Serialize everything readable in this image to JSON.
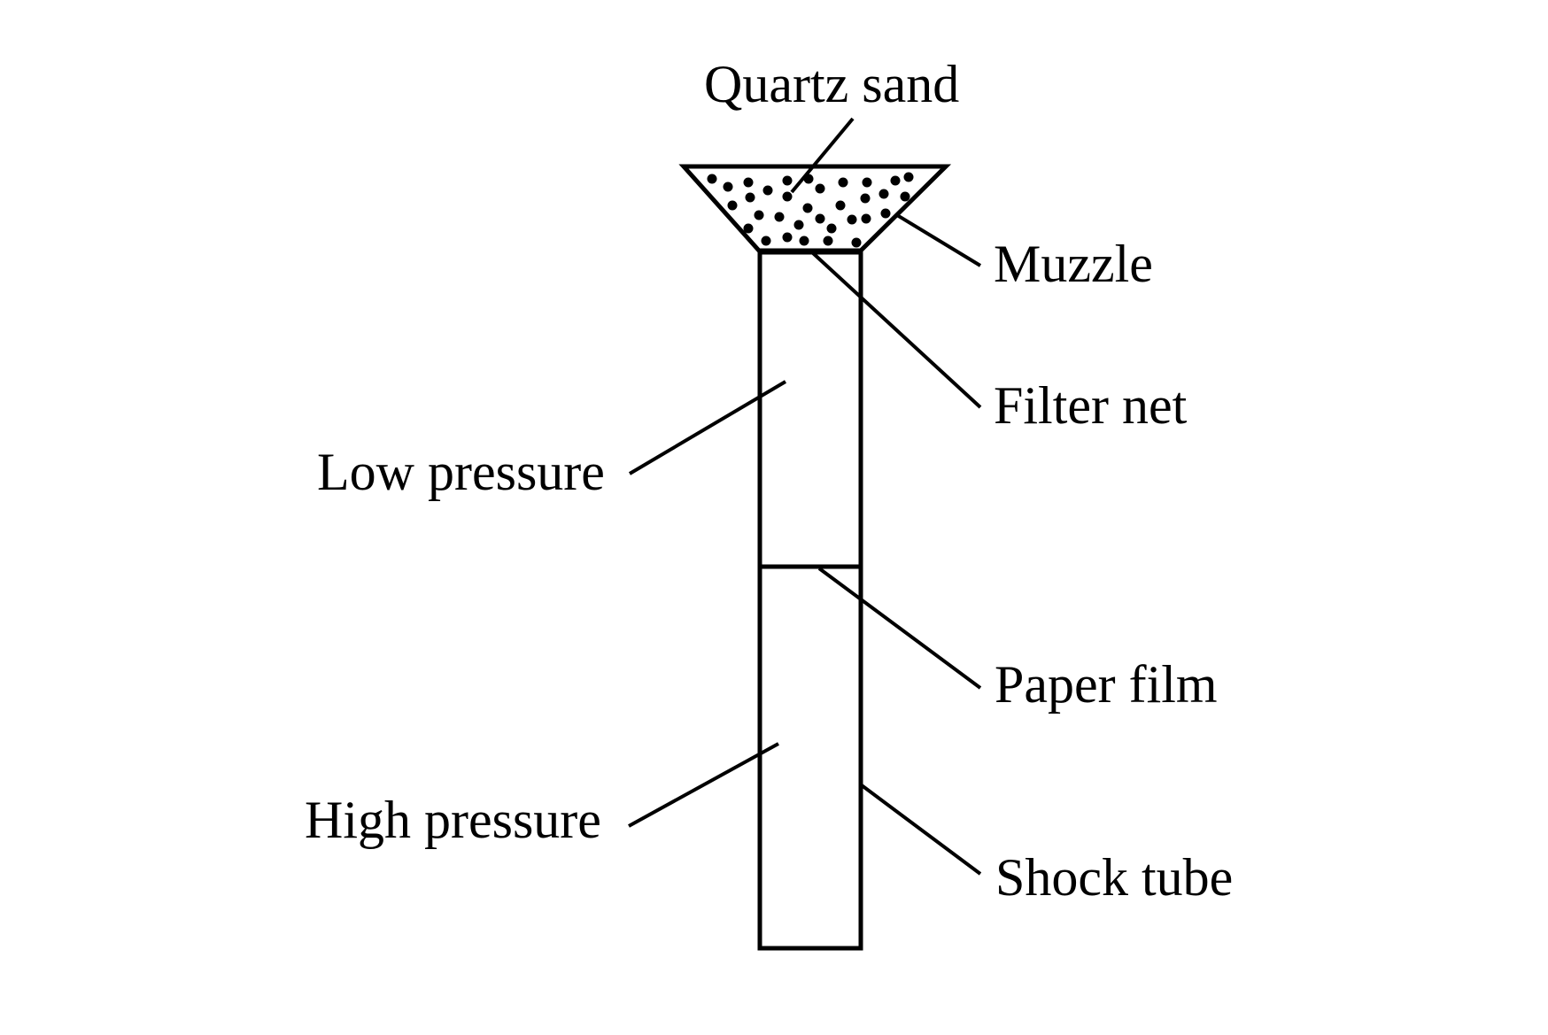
{
  "diagram": {
    "title": "Shock tube apparatus with quartz sand",
    "colors": {
      "ink": "#000000",
      "background": "#ffffff"
    },
    "labels": {
      "quartz_sand": "Quartz sand",
      "muzzle": "Muzzle",
      "filter_net": "Filter net",
      "low_pressure": "Low pressure",
      "paper_film": "Paper film",
      "high_pressure": "High pressure",
      "shock_tube": "Shock tube"
    },
    "components": [
      {
        "id": "muzzle",
        "shape": "funnel",
        "contains": "quartz sand particles"
      },
      {
        "id": "filter-net",
        "shape": "horizontal line at muzzle base"
      },
      {
        "id": "low-pressure-chamber",
        "shape": "upper tube section"
      },
      {
        "id": "paper-film",
        "shape": "diaphragm line separating sections"
      },
      {
        "id": "high-pressure-chamber",
        "shape": "lower tube section"
      },
      {
        "id": "shock-tube",
        "shape": "vertical rectangle"
      }
    ]
  }
}
